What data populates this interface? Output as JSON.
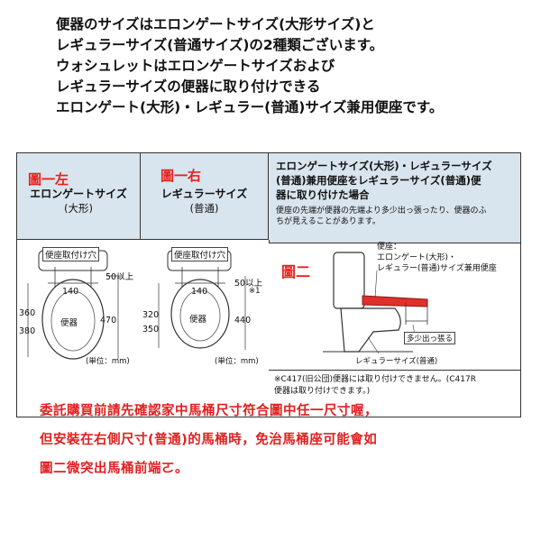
{
  "intro": {
    "lines": [
      "便器のサイズはエロンゲートサイズ(大形サイズ)と",
      "レギュラーサイズ(普通サイズ)の2種類ございます。",
      "ウォシュレットはエロンゲートサイズおよび",
      "レギュラーサイズの便器に取り付けできる",
      "エロンゲート(大形)・レギュラー(普通)サイズ兼用便座です。"
    ]
  },
  "figure": {
    "left": {
      "label": "圖一左",
      "title": "エロンゲートサイズ",
      "subtitle": "(大形)",
      "hole_label": "便座取付け穴",
      "dim_140": "140",
      "dim_50": "50以上",
      "dim_360": "360",
      "dim_380": "380",
      "dim_470": "470",
      "bowl_label": "便器",
      "unit": "(単位：mm)"
    },
    "middle": {
      "label": "圖一右",
      "title": "レギュラーサイズ",
      "subtitle": "(普通)",
      "hole_label": "便座取付け穴",
      "dim_140": "140",
      "dim_50": "50以上",
      "note_mark": "※1",
      "dim_320": "320",
      "dim_350": "350",
      "dim_440": "440",
      "bowl_label": "便器",
      "unit": "(単位：mm)"
    },
    "right": {
      "header_lines": [
        "エロンゲートサイズ(大形)・レギュラーサイズ",
        "(普通)兼用便座をレギュラーサイズ(普通)便",
        "器に取り付けた場合"
      ],
      "desc_lines": [
        "便座の先端が便器の先端より多少出っ張ったり、便器のふ",
        "ちが見えることがあります。"
      ],
      "label": "圖二",
      "seat_lines": [
        "便座：",
        "エロンゲート(大形)・",
        "レギュラー(普通)サイズ兼用便座"
      ],
      "protrude": "多少出っ張る",
      "toilet_label": "レギュラーサイズ(普通)",
      "foot_lines": [
        "※C417(旧公団)便器には取り付けできません。(C417R",
        "便器は取り付けできます。)"
      ]
    }
  },
  "request": {
    "lines": [
      "委託購買前請先確認家中馬桶尺寸符合圖中任一尺寸喔，",
      "但安裝在右側尺寸(普通)的馬桶時，免治馬桶座可能會如",
      "圖二微突出馬桶前端ㄛ。"
    ]
  },
  "colors": {
    "label_red": "#e8201c",
    "header_blue": "#d8e4ee",
    "seat_red": "#e0302a"
  }
}
